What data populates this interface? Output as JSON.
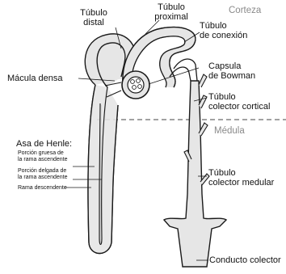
{
  "zones": {
    "cortex": "Corteza",
    "medulla": "Médula"
  },
  "labels": {
    "distal_tubule": [
      "Túbulo",
      "distal"
    ],
    "proximal_tubule": [
      "Túbulo",
      "proximal"
    ],
    "connecting_tubule": [
      "Túbulo",
      "de conexión"
    ],
    "macula_densa": "Mácula densa",
    "bowman_capsule": [
      "Capsula",
      "de Bowman"
    ],
    "cortical_collecting_tubule": [
      "Túbulo",
      "colector cortical"
    ],
    "loop_of_henle_title": "Asa de Henle:",
    "loop_thick_ascending": [
      "Porción gruesa de",
      "la rama ascendente"
    ],
    "loop_thin_ascending": [
      "Porción delgada de",
      "la rama ascendente"
    ],
    "loop_descending": "Rama descendente",
    "medullary_collecting_tubule": [
      "Túbulo",
      "colector medular"
    ],
    "collecting_duct": "Conducto colector"
  },
  "colors": {
    "tissue_fill": "#e6e6e6",
    "outline": "#1a1a1a",
    "zone_text": "#8a8a8a"
  }
}
